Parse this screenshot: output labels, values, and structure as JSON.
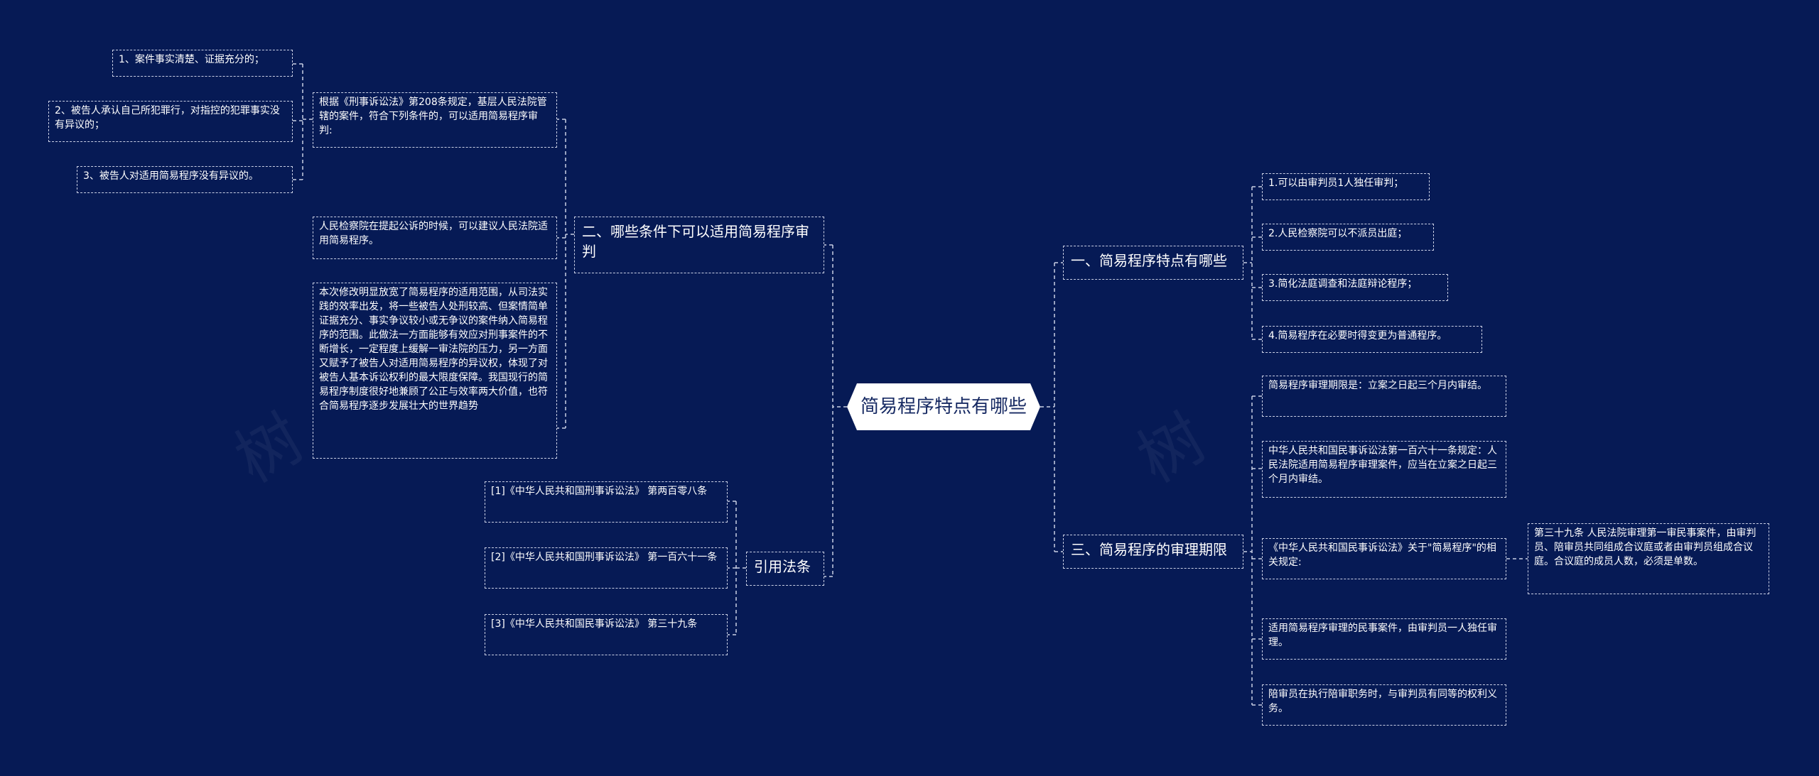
{
  "root": {
    "label": "简易程序特点有哪些"
  },
  "left": {
    "conditions": {
      "label": "二、哪些条件下可以适用简易程序审判",
      "intro": "根据《刑事诉讼法》第208条规定，基层人民法院管辖的案件，符合下列条件的，可以适用简易程序审判:",
      "items": [
        "1、案件事实清楚、证据充分的；",
        "2、被告人承认自己所犯罪行，对指控的犯罪事实没有异议的；",
        "3、被告人对适用简易程序没有异议的。"
      ],
      "procuratorate": "人民检察院在提起公诉的时候，可以建议人民法院适用简易程序。",
      "commentary": "本次修改明显放宽了简易程序的适用范围，从司法实践的效率出发，将一些被告人处刑较高、但案情简单证据充分、事实争议较小或无争议的案件纳入简易程序的范围。此做法一方面能够有效应对刑事案件的不断增长，一定程度上缓解一审法院的压力，另一方面又赋予了被告人对适用简易程序的异议权，体现了对被告人基本诉讼权利的最大限度保障。我国现行的简易程序制度很好地兼顾了公正与效率两大价值，也符合简易程序逐步发展壮大的世界趋势"
    },
    "laws": {
      "label": "引用法条",
      "items": [
        "[1]《中华人民共和国刑事诉讼法》 第两百零八条",
        "[2]《中华人民共和国刑事诉讼法》 第一百六十一条",
        "[3]《中华人民共和国民事诉讼法》 第三十九条"
      ]
    }
  },
  "right": {
    "features": {
      "label": "一、简易程序特点有哪些",
      "items": [
        "1.可以由审判员1人独任审判；",
        "2.人民检察院可以不派员出庭；",
        "3.简化法庭调查和法庭辩论程序；",
        "4.简易程序在必要时得变更为普通程序。"
      ]
    },
    "period": {
      "label": "三、简易程序的审理期限",
      "items": [
        "简易程序审理期限是：立案之日起三个月内审结。",
        "中华人民共和国民事诉讼法第一百六十一条规定：人民法院适用简易程序审理案件，应当在立案之日起三个月内审结。",
        "《中华人民共和国民事诉讼法》关于\"简易程序\"的相关规定:",
        "适用简易程序审理的民事案件，由审判员一人独任审理。",
        "陪审员在执行陪审职务时，与审判员有同等的权利义务。"
      ],
      "article39": "第三十九条 人民法院审理第一审民事案件，由审判员、陪审员共同组成合议庭或者由审判员组成合议庭。合议庭的成员人数，必须是单数。"
    }
  },
  "colors": {
    "background": "#061a55",
    "line": "#c9cfe4",
    "root_bg": "#ffffff",
    "root_text": "#172a63"
  }
}
